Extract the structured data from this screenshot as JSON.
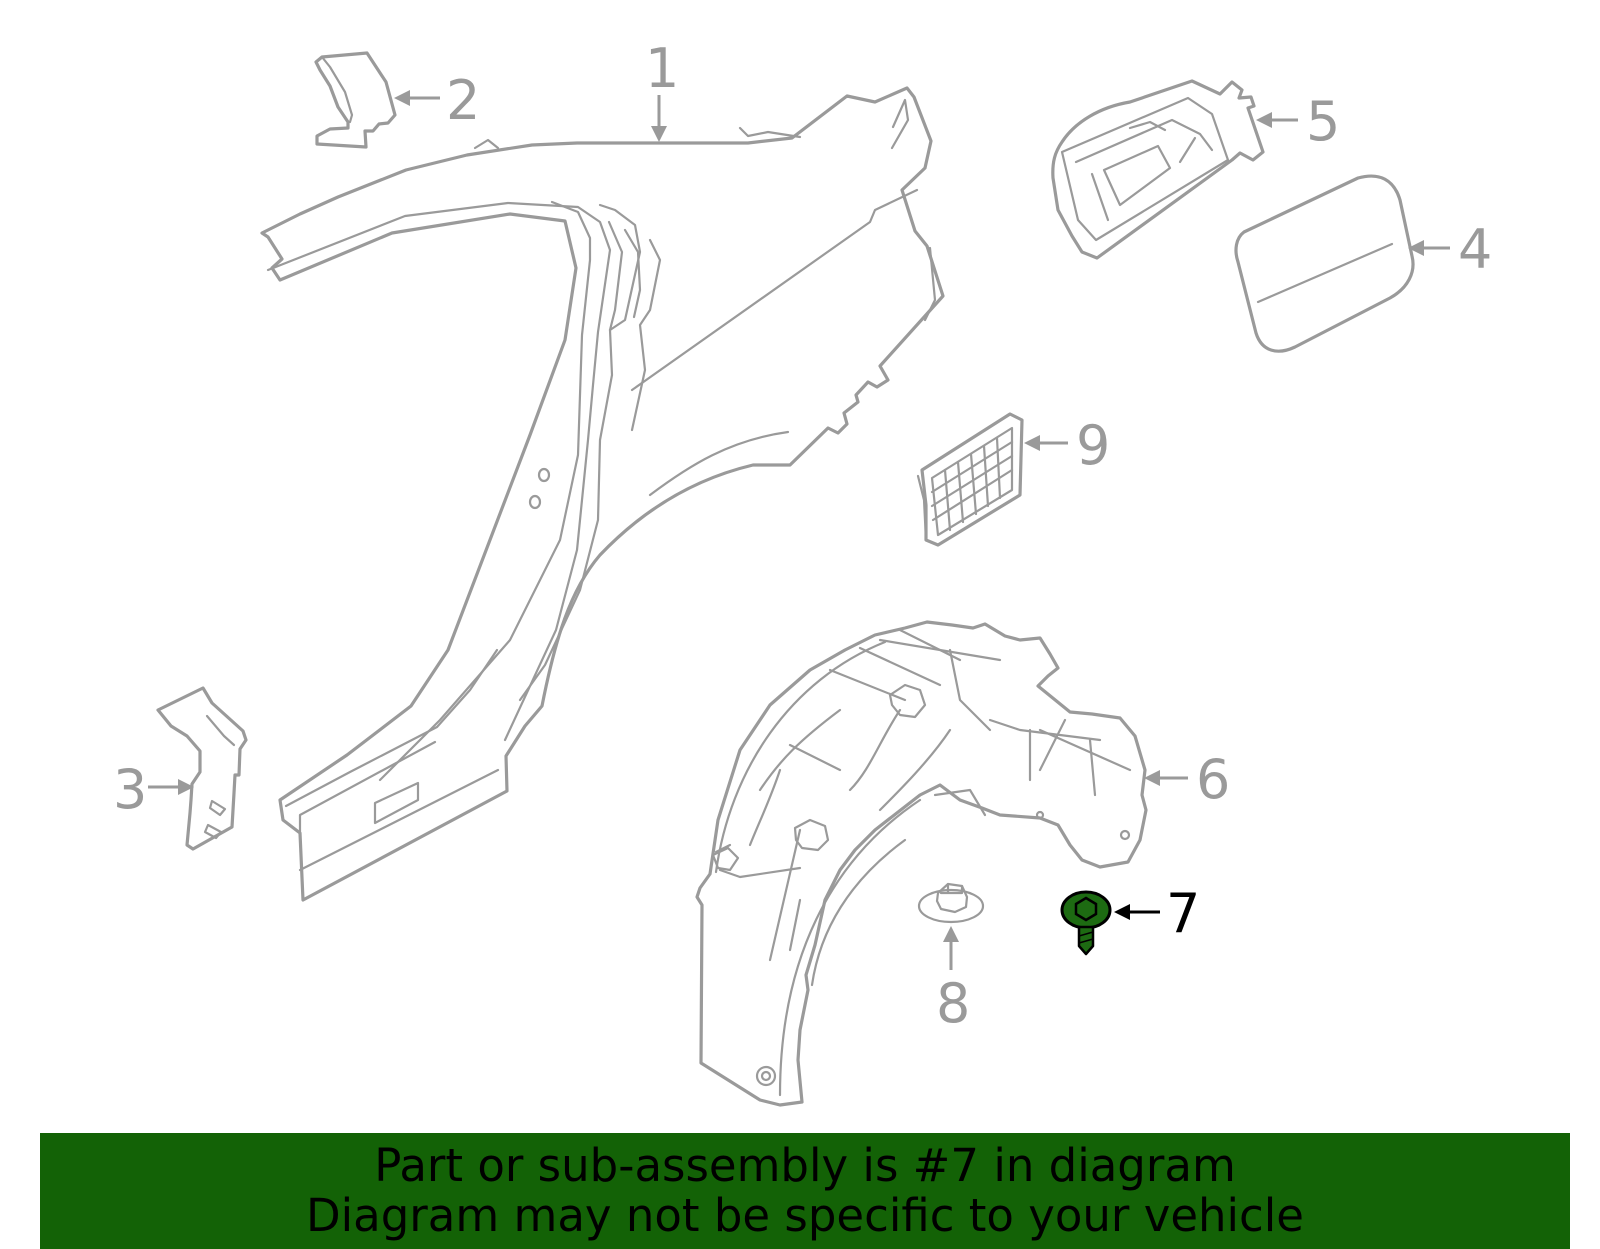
{
  "callouts": {
    "c1": "1",
    "c2": "2",
    "c3": "3",
    "c4": "4",
    "c5": "5",
    "c6": "6",
    "c7": "7",
    "c8": "8",
    "c9": "9"
  },
  "highlight": {
    "part": "7",
    "color": "#1d6b12"
  },
  "banner": {
    "line1": "Part or sub-assembly is #7 in diagram",
    "line2": "Diagram may not be specific to your vehicle",
    "background": "#136206"
  }
}
